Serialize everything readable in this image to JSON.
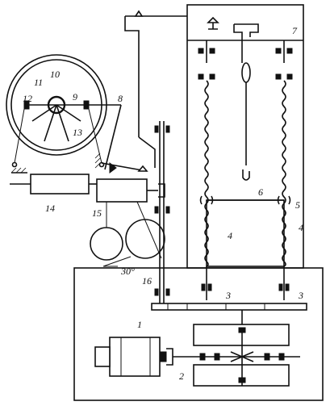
{
  "labels": {
    "l1": "1",
    "l2": "2",
    "l3a": "3",
    "l3b": "3",
    "l4a": "4",
    "l4b": "4",
    "l5": "5",
    "l6": "6",
    "l7": "7",
    "l8": "8",
    "l9": "9",
    "l10": "10",
    "l11": "11",
    "l12": "12",
    "l13": "13",
    "l14": "14",
    "l15": "15",
    "l16": "16",
    "angle": "30°"
  }
}
